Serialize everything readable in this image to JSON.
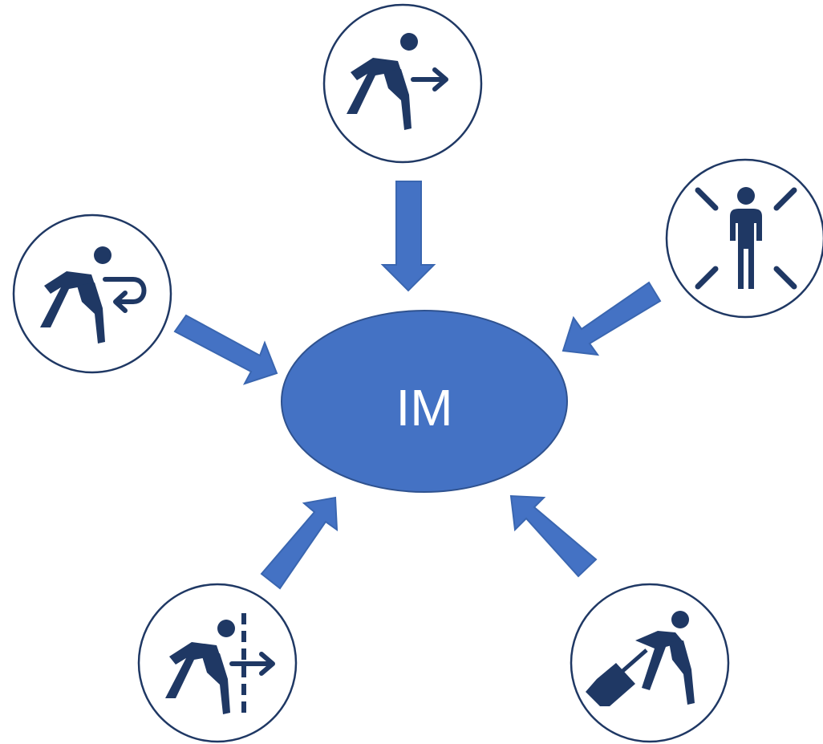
{
  "center": {
    "label": "IM"
  },
  "colors": {
    "ellipse_fill": "#4472c4",
    "ellipse_stroke": "#2f528f",
    "arrow_fill": "#4472c4",
    "arrow_stroke": "#3a66b0",
    "icon_fill": "#1f3864",
    "circle_stroke": "#1f3864",
    "label_color": "#ffffff"
  },
  "nodes": [
    {
      "id": "top",
      "icon": "person-walking-arrow-right-icon"
    },
    {
      "id": "left",
      "icon": "person-walking-loop-back-icon"
    },
    {
      "id": "right",
      "icon": "person-standing-radiating-icon"
    },
    {
      "id": "bottom-left",
      "icon": "person-walking-through-boundary-icon"
    },
    {
      "id": "bottom-right",
      "icon": "person-pulling-luggage-icon"
    }
  ]
}
